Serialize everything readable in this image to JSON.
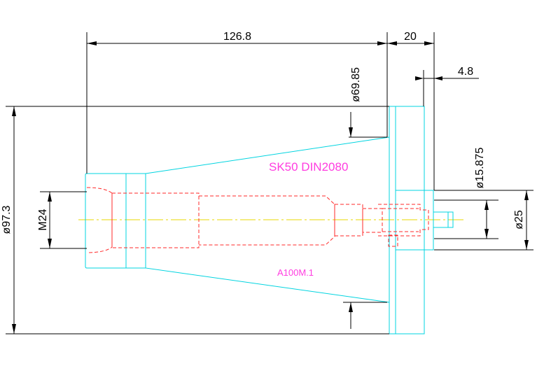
{
  "colors": {
    "background": "#ffffff",
    "dimension": "#000000",
    "outline": "#00d4e0",
    "hidden": "#ff2a2a",
    "centerline": "#e8d800",
    "annotation": "#ff3de0"
  },
  "dimensions": {
    "total_length": "126.8",
    "flange_width": "20",
    "step_width": "4.8",
    "cone_diameter": "ø69.85",
    "pin_diameter": "ø15.875",
    "flange_diameter": "ø97.3",
    "hub_diameter": "ø25",
    "thread": "M24"
  },
  "annotations": {
    "title": "SK50  DIN2080",
    "part_code": "A100M.1"
  }
}
